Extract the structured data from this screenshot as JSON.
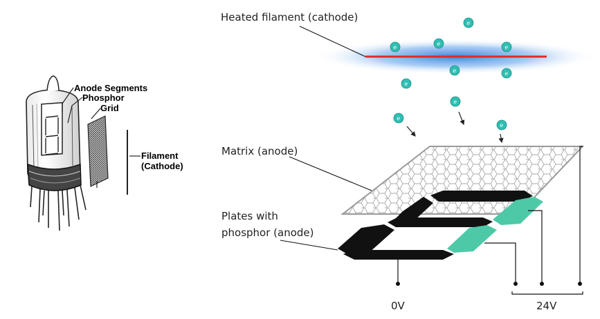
{
  "tube": {
    "labels": {
      "anode_segments": "Anode Segments",
      "phosphor": "Phosphor",
      "grid": "Grid",
      "filament_line1": "Filament",
      "filament_line2": "(Cathode)"
    }
  },
  "diagram": {
    "labels": {
      "heated_filament": "Heated filament (cathode)",
      "matrix": "Matrix (anode)",
      "plates_line1": "Plates with",
      "plates_line2": "phosphor (anode)",
      "zero_volt": "0V",
      "voltage": "24V"
    },
    "electron_symbol": "e",
    "colors": {
      "filament": "#e8262b",
      "glow": "#1f6fd6",
      "electron": "#2fbfb2",
      "active_plate": "#4ec9a8",
      "plate": "#111111",
      "matrix": "#9a9a9a"
    }
  }
}
